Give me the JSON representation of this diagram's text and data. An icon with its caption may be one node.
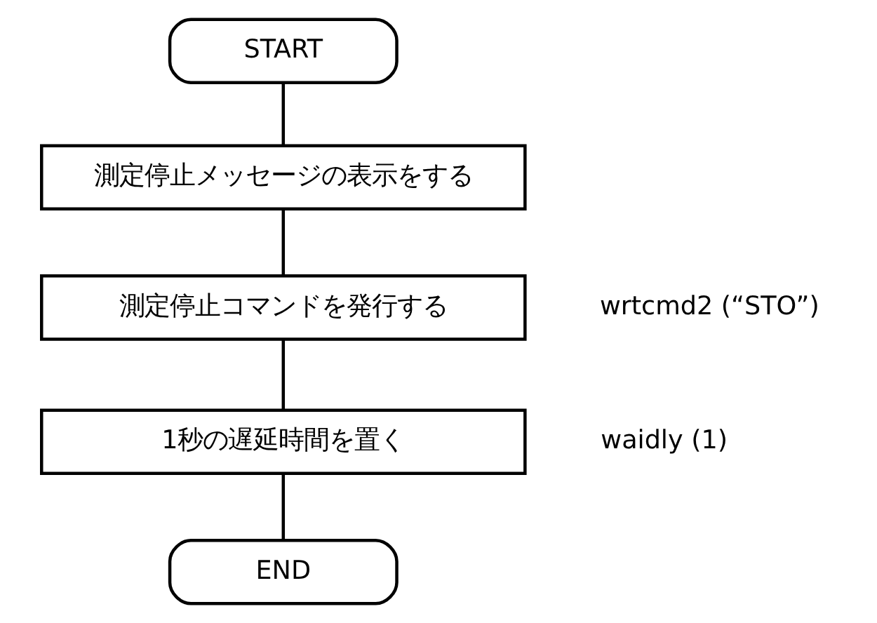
{
  "diagram": {
    "nodes": [
      {
        "text": [
          "START"
        ]
      },
      {
        "text": [
          "測定停止メッセージの表示をする"
        ]
      },
      {
        "text": [
          "測定停止コマンドを発行する"
        ],
        "beside": [
          "wrtcmd2 (“STO”)"
        ]
      },
      {
        "text": [
          "1秒の遅延時間を置く"
        ],
        "beside": [
          "waidly (1)"
        ]
      },
      {
        "text": [
          "END"
        ]
      }
    ],
    "edges": [
      {
        "from": 0,
        "to": 1,
        "arrow": "none"
      },
      {
        "from": 1,
        "to": 2,
        "arrow": "none"
      },
      {
        "from": 2,
        "to": 3,
        "arrow": "none"
      },
      {
        "from": 3,
        "to": 4,
        "arrow": "none"
      }
    ]
  }
}
